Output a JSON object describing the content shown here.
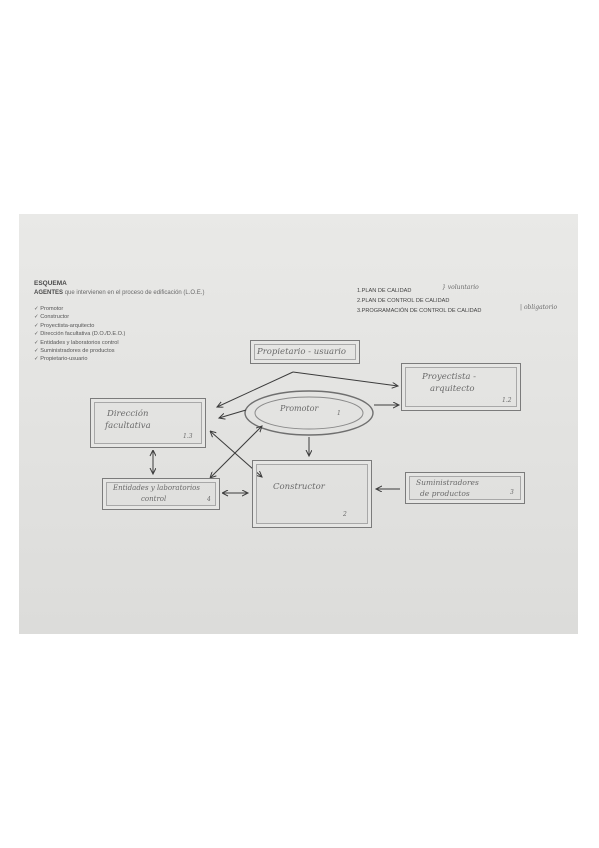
{
  "heading": {
    "title": "ESQUEMA",
    "agents_label": "AGENTES",
    "agents_text": "que intervienen en el proceso de edificación (L.O.E.)"
  },
  "agent_list": [
    "Promotor",
    "Constructor",
    "Proyectista-arquitecto",
    "Dirección facultativa (D.O./D.E.O.)",
    "Entidades y laboratorios control",
    "Suministradores de productos",
    "Propietario-usuario"
  ],
  "plans": [
    "1.PLAN DE CALIDAD",
    "2.PLAN DE CONTROL DE CALIDAD",
    "3.PROGRAMACIÓN DE CONTROL DE CALIDAD"
  ],
  "plan_annotations": {
    "voluntary": "voluntario",
    "mandatory": "obligatorio"
  },
  "nodes": {
    "owner": {
      "label": "Propietario - usuario"
    },
    "promoter": {
      "label": "Promotor",
      "number": "1"
    },
    "designer": {
      "label_line1": "Proyectista -",
      "label_line2": "arquitecto",
      "number": "1.2"
    },
    "direction": {
      "label_line1": "Dirección",
      "label_line2": "facultativa",
      "number": "1.3"
    },
    "labs": {
      "label_line1": "Entidades y laboratorios",
      "label_line2": "control",
      "number": "4"
    },
    "construction": {
      "label": "Constructor",
      "number": "2"
    },
    "suppliers": {
      "label_line1": "Suministradores",
      "label_line2": "de productos",
      "number": "3"
    }
  },
  "colors": {
    "paper": "#e5e5e3",
    "ink_print": "#4a4a4a",
    "ink_pencil": "#6a6a6a",
    "arrow": "#3c3c3c"
  }
}
